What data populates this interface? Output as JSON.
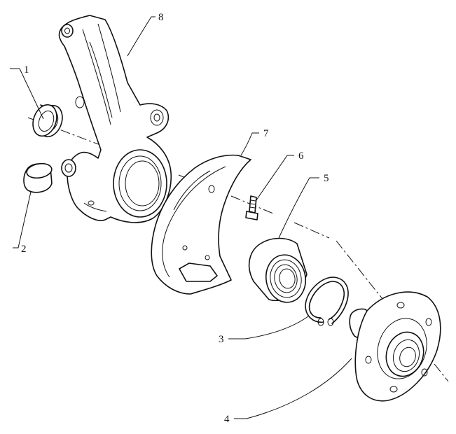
{
  "callouts": [
    {
      "id": "1",
      "text": "1",
      "part": "oil-seal"
    },
    {
      "id": "2",
      "text": "2",
      "part": "dust-cap"
    },
    {
      "id": "3",
      "text": "3",
      "part": "circlip"
    },
    {
      "id": "4",
      "text": "4",
      "part": "wheel-hub"
    },
    {
      "id": "5",
      "text": "5",
      "part": "hub-bearing"
    },
    {
      "id": "6",
      "text": "6",
      "part": "bolt"
    },
    {
      "id": "7",
      "text": "7",
      "part": "splash-shield"
    },
    {
      "id": "8",
      "text": "8",
      "part": "steering-knuckle"
    }
  ]
}
